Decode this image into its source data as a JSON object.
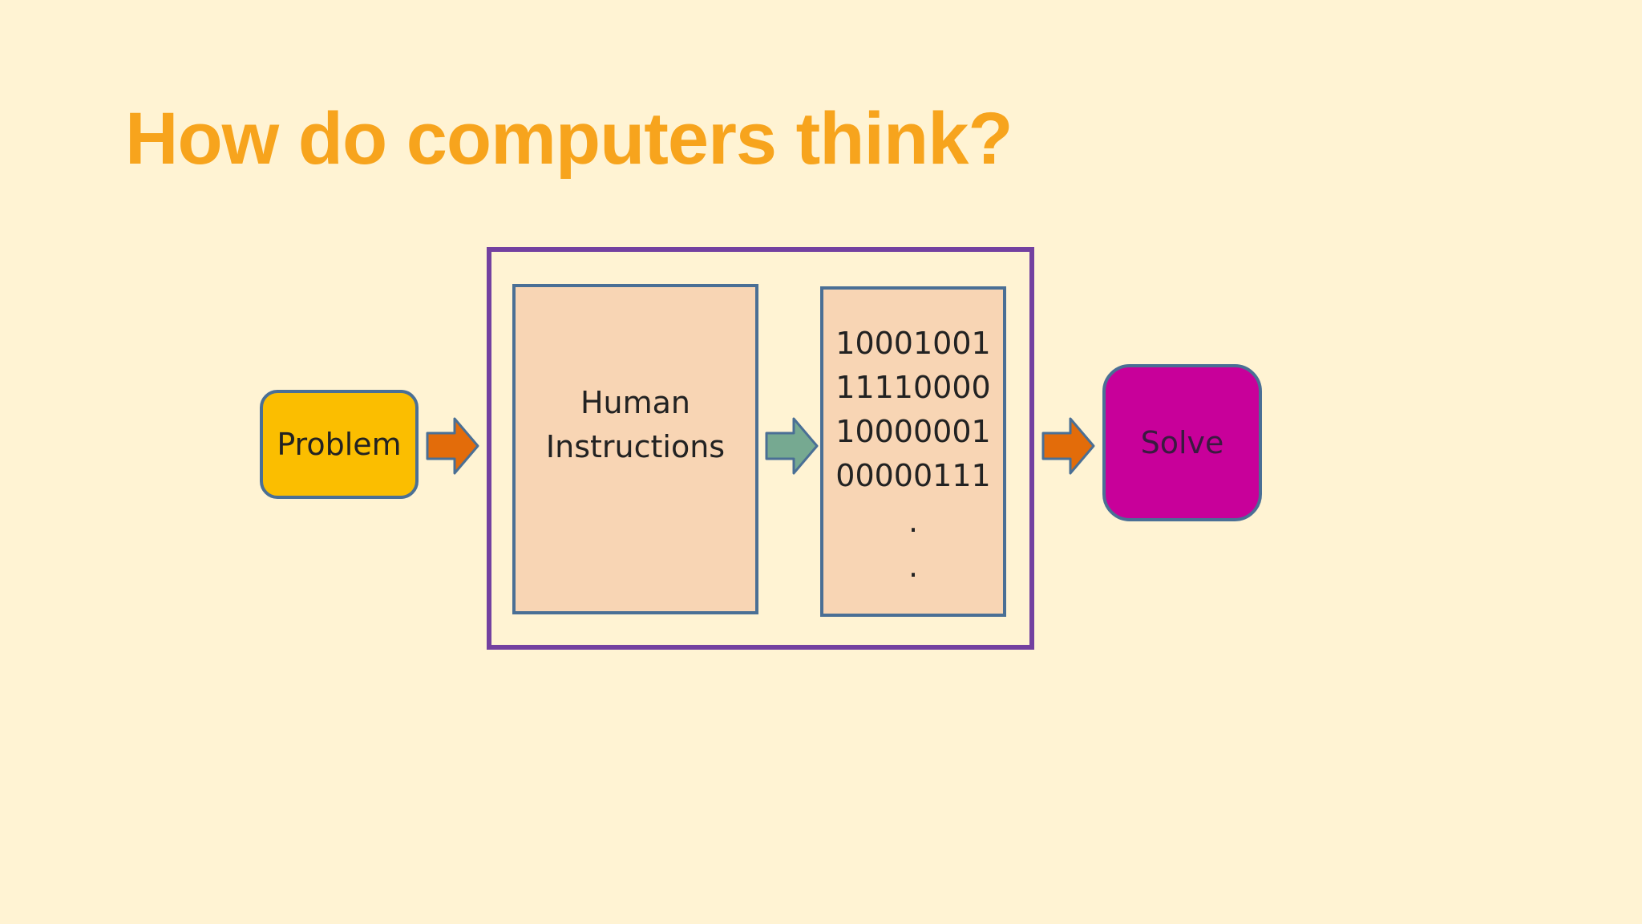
{
  "title": "How do computers think?",
  "colors": {
    "background": "#fff3d3",
    "title": "#f7a41d",
    "problem_fill": "#fbbe00",
    "solve_fill": "#c8009a",
    "box_fill": "#f8d5b4",
    "box_border": "#4a6f95",
    "container_border": "#7340a0",
    "arrow_orange": "#e36c0a",
    "arrow_green": "#76a991"
  },
  "diagram": {
    "problem": "Problem",
    "human_line1": "Human",
    "human_line2": "Instructions",
    "binary": [
      "10001001",
      "11110000",
      "10000001",
      "00000111"
    ],
    "dot1": ".",
    "dot2": ".",
    "solve": "Solve"
  }
}
